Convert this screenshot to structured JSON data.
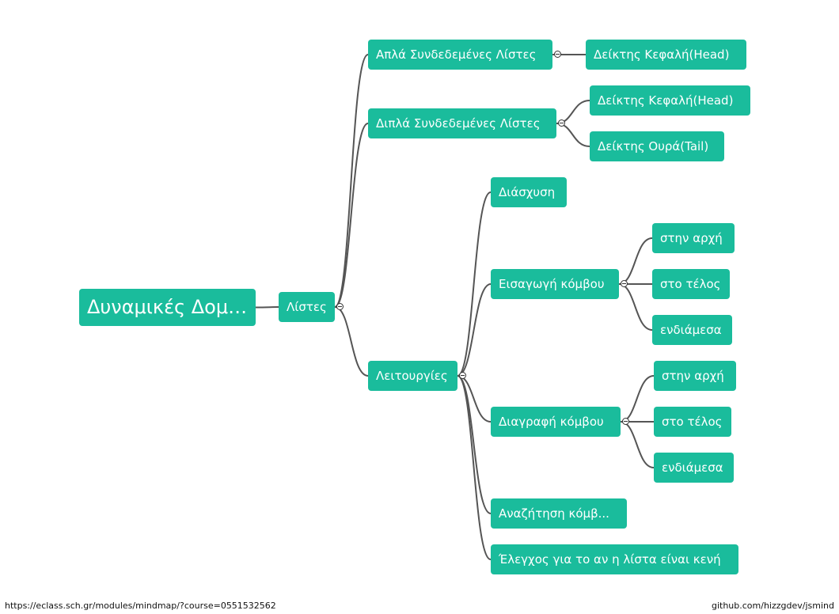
{
  "mindmap": {
    "root": "Δυναμικές Δομές",
    "lists": "Λίστες",
    "singly": "Απλά Συνδεδεμένες Λίστες",
    "singly_head": "Δείκτης Κεφαλή(Head)",
    "doubly": "Διπλά Συνδεδεμένες Λίστες",
    "doubly_head": "Δείκτης Κεφαλή(Head)",
    "doubly_tail": "Δείκτης Ουρά(Tail)",
    "ops": "Λειτουργίες",
    "traverse": "Διάσχυση",
    "insert": "Εισαγωγή κόμβου",
    "insert_start": "στην αρχή",
    "insert_end": "στο τέλος",
    "insert_mid": "ενδιάμεσα",
    "delete": "Διαγραφή κόμβου",
    "delete_start": "στην αρχή",
    "delete_end": "στο τέλος",
    "delete_mid": "ενδιάμεσα",
    "search": "Αναζήτηση κόμβ...",
    "empty_check": "Έλεγχος για το αν η λίστα είναι κενή"
  },
  "footer": {
    "url": "https://eclass.sch.gr/modules/mindmap/?course=0551532562",
    "credit": "github.com/hizzgdev/jsmind"
  },
  "colors": {
    "node": "#1abc9c",
    "text": "#ffffff",
    "line": "#555555"
  }
}
